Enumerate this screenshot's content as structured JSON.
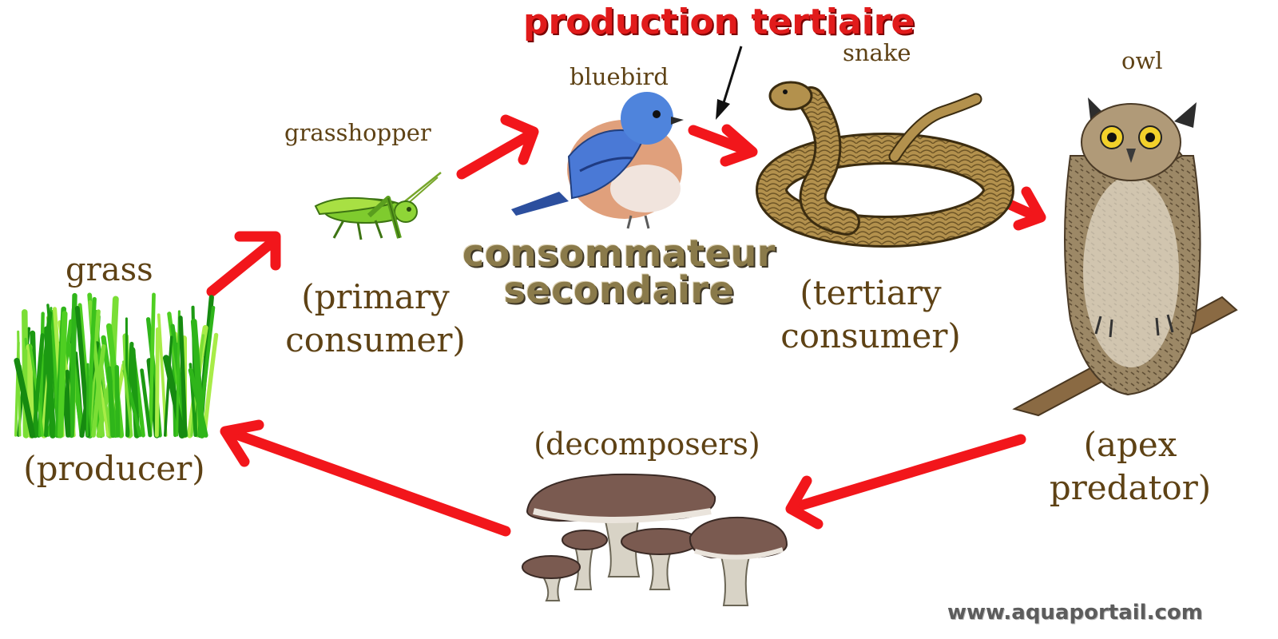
{
  "organisms": {
    "grass": {
      "name": "grass",
      "role": "(producer)"
    },
    "grasshopper": {
      "name": "grasshopper",
      "role": "(primary\nconsumer)"
    },
    "bluebird": {
      "name": "bluebird",
      "role": "consommateur\nsecondaire"
    },
    "snake": {
      "name": "snake",
      "role": "(tertiary\nconsumer)"
    },
    "owl": {
      "name": "owl",
      "role": "(apex\npredator)"
    },
    "mushrooms": {
      "role": "(decomposers)"
    }
  },
  "annotation": {
    "text": "production tertiaire"
  },
  "watermark": "www.aquaportail.com",
  "colors": {
    "arrow": "#f2161b",
    "label": "#5e4215",
    "annotation": "#e11b1b"
  }
}
